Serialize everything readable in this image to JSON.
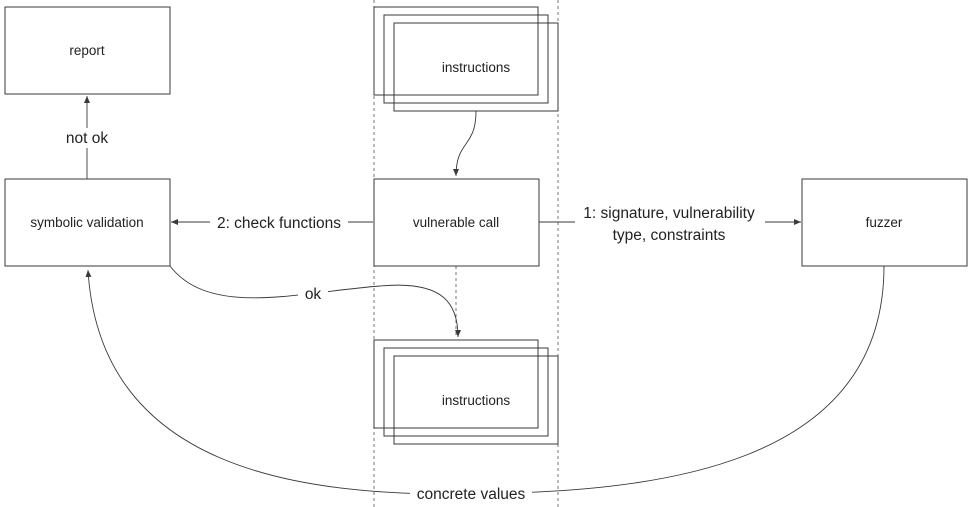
{
  "nodes": {
    "report": "report",
    "symbolic_validation": "symbolic validation",
    "instructions_top": "instructions",
    "vulnerable_call": "vulnerable call",
    "fuzzer": "fuzzer",
    "instructions_bottom": "instructions"
  },
  "edges": {
    "not_ok": "not ok",
    "check_functions": "2: check functions",
    "signature_line1": "1: signature, vulnerability",
    "signature_line2": "type, constraints",
    "ok": "ok",
    "concrete_values": "concrete values"
  }
}
